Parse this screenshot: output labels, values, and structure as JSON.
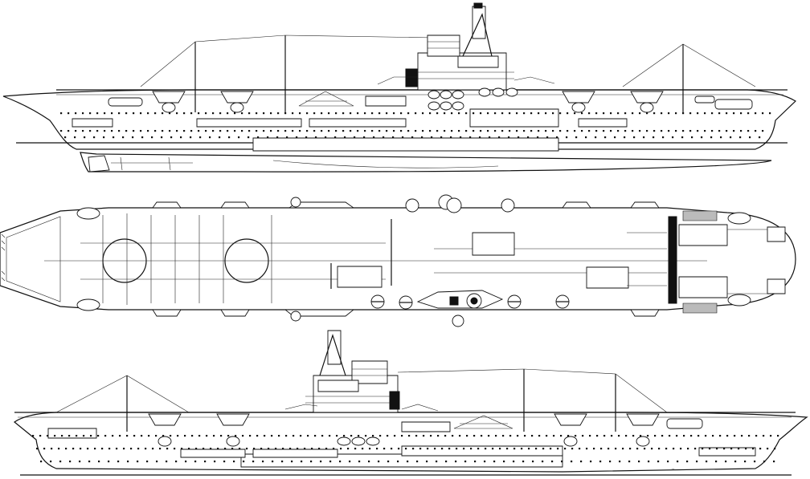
{
  "views": [
    {
      "id": "starboard-profile"
    },
    {
      "id": "plan-view"
    },
    {
      "id": "port-profile"
    }
  ],
  "colors": {
    "ink": "#111111",
    "paper": "#ffffff",
    "hatch": "#bbbbbb"
  },
  "labels": {
    "corner_mark": "″"
  }
}
